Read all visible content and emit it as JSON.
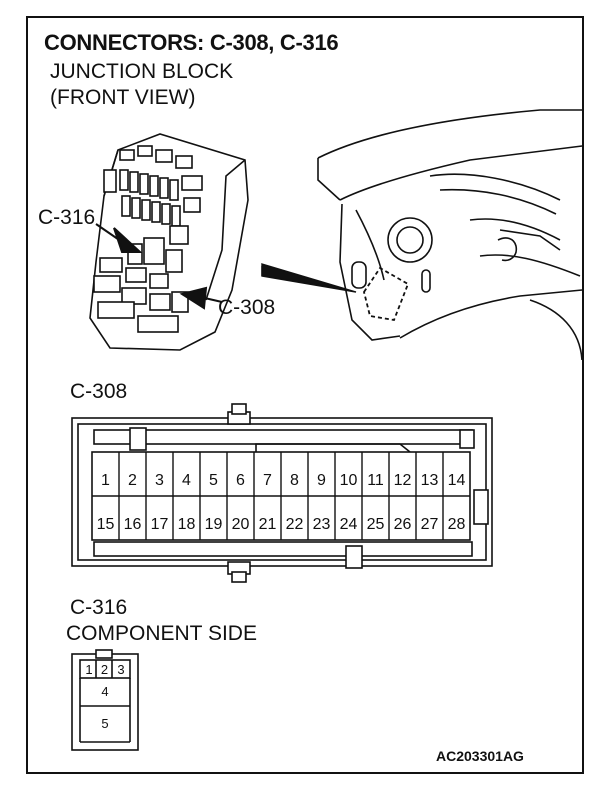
{
  "header": {
    "title": "CONNECTORS: C-308, C-316",
    "subtitle_line1": "JUNCTION BLOCK",
    "subtitle_line2": "(FRONT VIEW)"
  },
  "callouts": {
    "c316": "C-316",
    "c308": "C-308"
  },
  "connector_c308": {
    "label": "C-308",
    "row1": [
      "1",
      "2",
      "3",
      "4",
      "5",
      "6",
      "7",
      "8",
      "9",
      "10",
      "11",
      "12",
      "13",
      "14"
    ],
    "row2": [
      "15",
      "16",
      "17",
      "18",
      "19",
      "20",
      "21",
      "22",
      "23",
      "24",
      "25",
      "26",
      "27",
      "28"
    ]
  },
  "connector_c316": {
    "label": "C-316",
    "side_label": "COMPONENT SIDE",
    "top_row": [
      "1",
      "2",
      "3"
    ],
    "pin4": "4",
    "pin5": "5"
  },
  "figure_id": "AC203301AG"
}
